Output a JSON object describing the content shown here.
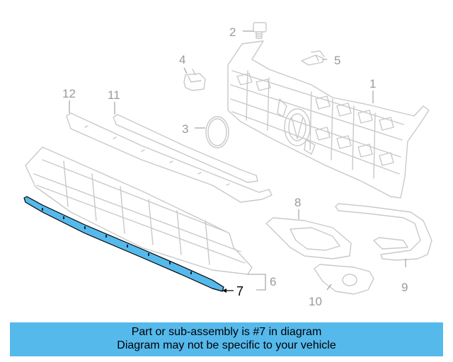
{
  "callouts": {
    "c1": "1",
    "c2": "2",
    "c3": "3",
    "c4": "4",
    "c5": "5",
    "c6": "6",
    "c7": "7",
    "c8": "8",
    "c9": "9",
    "c10": "10",
    "c11": "11",
    "c12": "12"
  },
  "highlighted_part": "7",
  "colors": {
    "highlight": "#55b9ec",
    "banner": "#55b9ec",
    "lines": "#c9c9c9"
  },
  "banner": {
    "line1": "Part or sub-assembly is #7 in diagram",
    "line2": "Diagram may not be specific to your vehicle"
  }
}
